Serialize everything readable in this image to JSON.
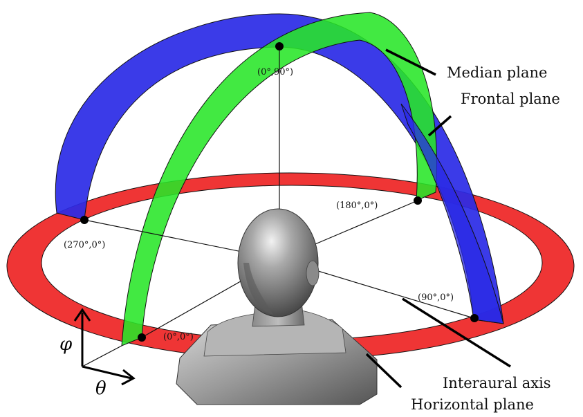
{
  "diagram": {
    "planes": {
      "median": {
        "label": "Median plane",
        "color": "#2a2ae6"
      },
      "frontal": {
        "label": "Frontal plane",
        "color": "#28e628"
      },
      "horizontal": {
        "label": "Horizontal plane",
        "color": "#ee2a2a"
      }
    },
    "axis_label": "Interaural axis",
    "points": {
      "top": "(0°,90°)",
      "back": "(180°,0°)",
      "left": "(270°,0°)",
      "right": "(90°,0°)",
      "front": "(0°,0°)"
    },
    "angle_symbols": {
      "azimuth": "θ",
      "elevation": "φ"
    }
  }
}
